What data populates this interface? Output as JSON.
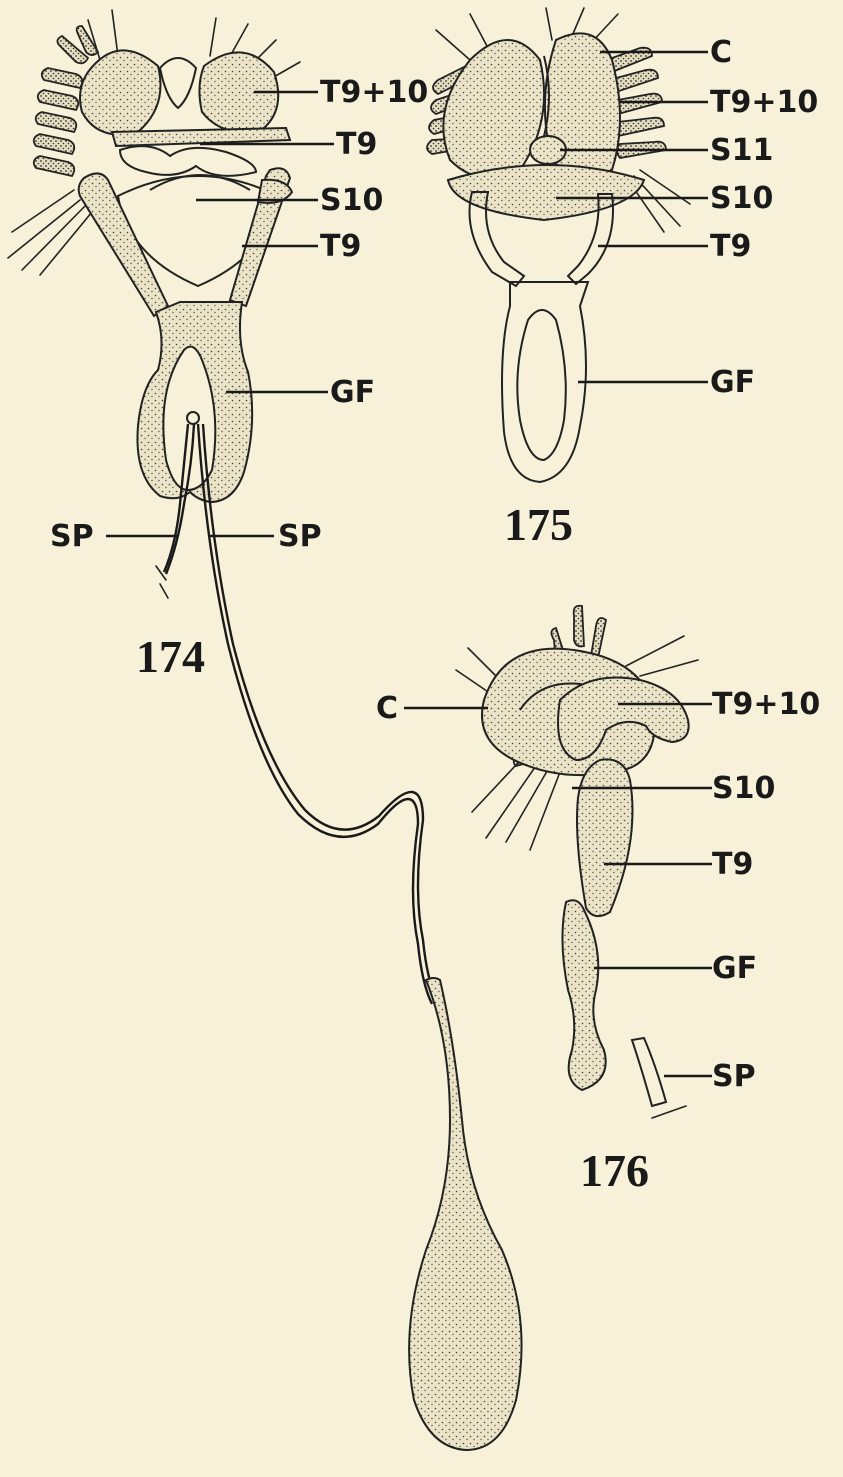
{
  "figures": [
    {
      "number": "174",
      "labels": [
        "T9+10",
        "T9",
        "S10",
        "T9",
        "GF",
        "SP",
        "SP"
      ]
    },
    {
      "number": "175",
      "labels": [
        "C",
        "T9+10",
        "S11",
        "S10",
        "T9",
        "GF"
      ]
    },
    {
      "number": "176",
      "labels": [
        "C",
        "T9+10",
        "S10",
        "T9",
        "GF",
        "SP"
      ]
    }
  ],
  "colors": {
    "paper": "#f6f1d8",
    "ink": "#1a1a1a"
  }
}
